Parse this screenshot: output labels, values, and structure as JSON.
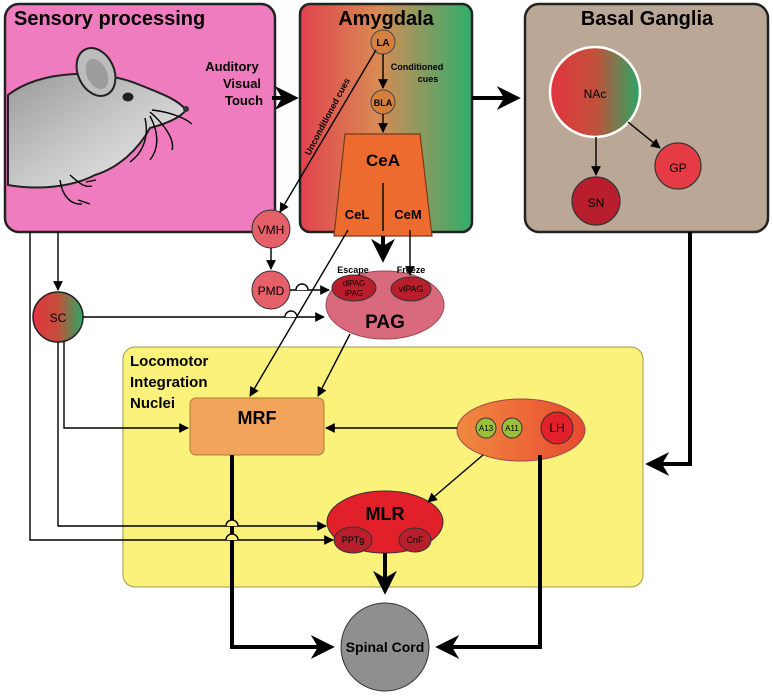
{
  "panels": {
    "sensory": "Sensory processing",
    "amygdala": "Amygdala",
    "basal_ganglia": "Basal Ganglia",
    "locomotor_lines": [
      "Locomotor",
      "Integration",
      "Nuclei"
    ]
  },
  "sensory_inputs": [
    "Auditory",
    "Visual",
    "Touch"
  ],
  "amygdala_nodes": {
    "la": "LA",
    "bla": "BLA",
    "cea": "CeA",
    "cel": "CeL",
    "cem": "CeM",
    "conditioned_lines": [
      "Conditioned",
      "cues"
    ],
    "unconditioned": "Unconditioned cues"
  },
  "bg_nodes": {
    "nac": "NAc",
    "gp": "GP",
    "sn": "SN"
  },
  "nodes": {
    "vmh": "VMH",
    "pmd": "PMD",
    "sc": "SC",
    "pag": "PAG",
    "escape": "Escape",
    "freeze": "Freeze",
    "dlpag": "dlPAG",
    "lpag": "lPAG",
    "vlpag": "vlPAG",
    "mrf": "MRF",
    "a13": "A13",
    "a11": "A11",
    "lh": "LH",
    "mlr": "MLR",
    "pptg": "PPTg",
    "cnf": "CnF",
    "spinal": "Spinal Cord"
  },
  "colors": {
    "sensory_panel": "#f07cc0",
    "basal_ganglia_panel": "#bba796",
    "locomotor_panel": "#faf27a",
    "red_region": "#e53b45",
    "green_region": "#2faa6a",
    "orange_region": "#ee6b30",
    "pag_pink": "#d96a7e",
    "mrf_orange": "#f2a55a",
    "mlr_red": "#e2202a",
    "dark_red": "#b81e2c",
    "spinal_gray": "#8f8f8f"
  }
}
